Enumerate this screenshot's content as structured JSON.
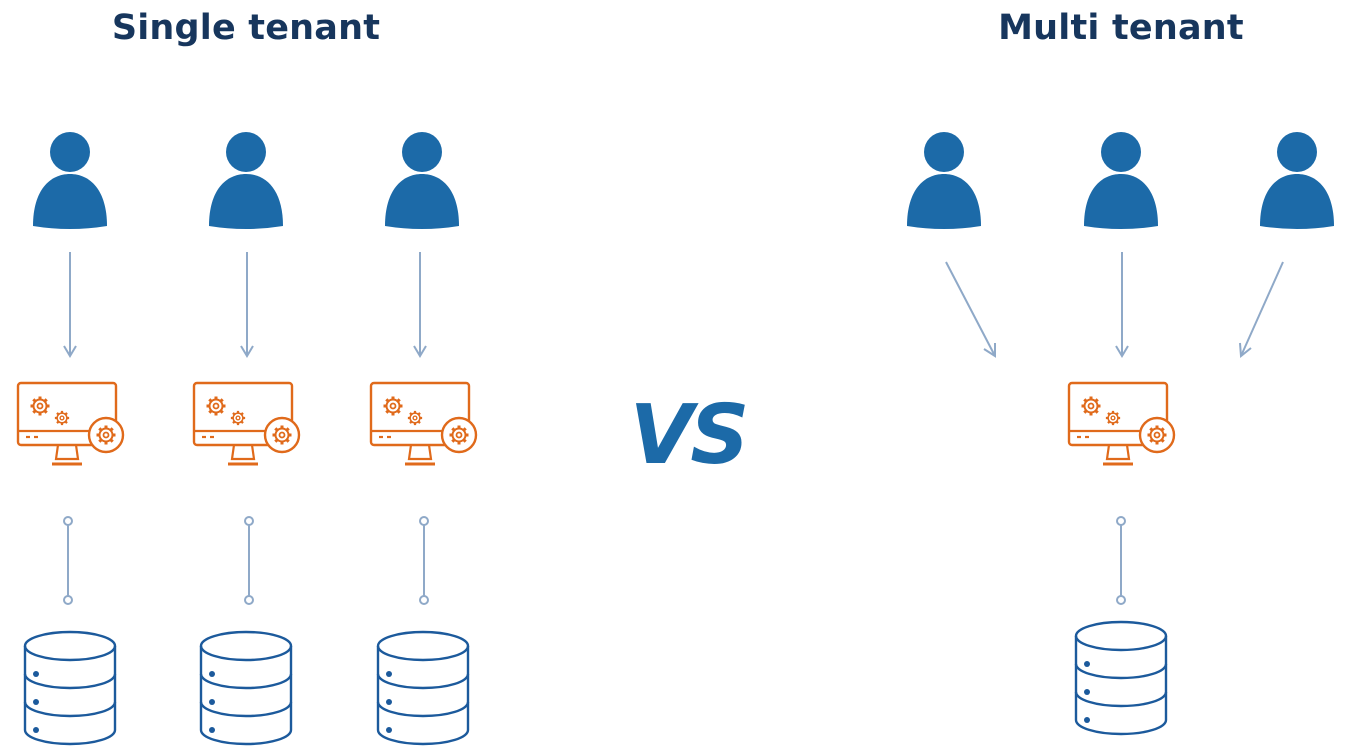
{
  "single_tenant": {
    "title": "Single tenant",
    "tenants": [
      {
        "user_icon": "user-icon",
        "app_icon": "monitor-gears-icon",
        "db_icon": "database-icon"
      },
      {
        "user_icon": "user-icon",
        "app_icon": "monitor-gears-icon",
        "db_icon": "database-icon"
      },
      {
        "user_icon": "user-icon",
        "app_icon": "monitor-gears-icon",
        "db_icon": "database-icon"
      }
    ]
  },
  "vs_label": "VS",
  "multi_tenant": {
    "title": "Multi tenant",
    "users": [
      "user-icon",
      "user-icon",
      "user-icon"
    ],
    "app_icon": "monitor-gears-icon",
    "db_icon": "database-icon"
  },
  "colors": {
    "title": "#17365d",
    "user": "#1c6aa8",
    "vs": "#1c6aa8",
    "app": "#e06a1b",
    "arrow": "#8fa9c8",
    "database": "#1c5a9c"
  }
}
